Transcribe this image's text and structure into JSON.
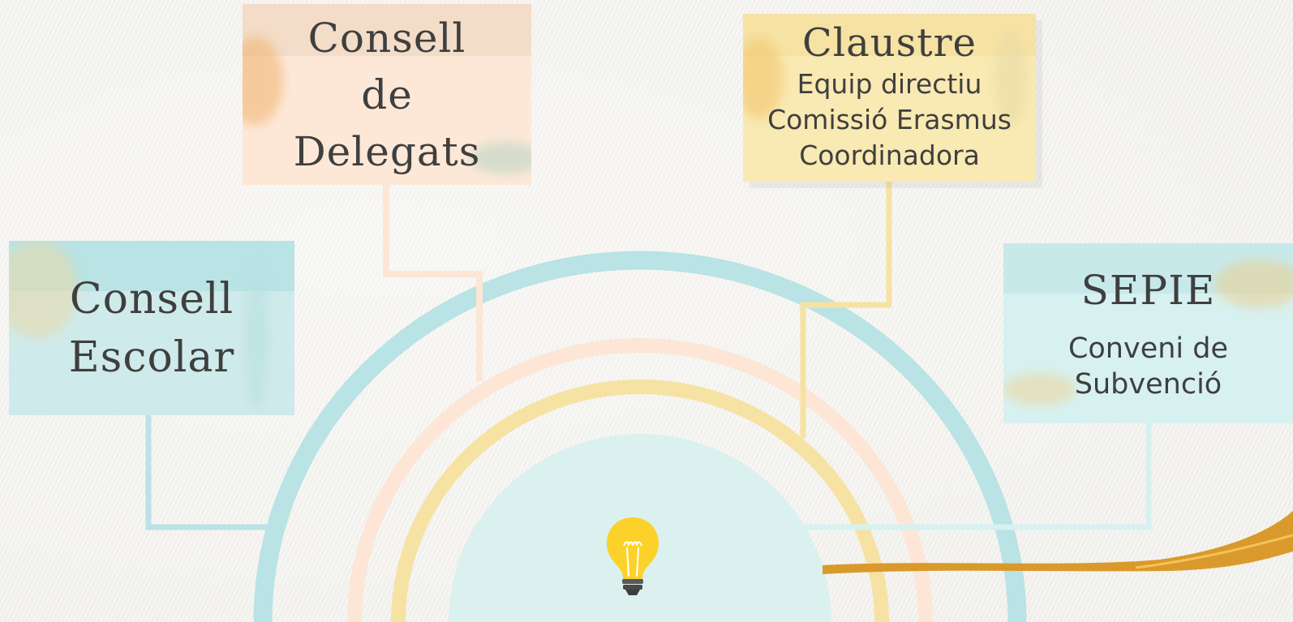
{
  "diagram": {
    "nodes": {
      "consell_delegats": {
        "title_lines": [
          "Consell",
          "de",
          "Delegats"
        ]
      },
      "claustre": {
        "title": "Claustre",
        "lines": [
          "Equip directiu",
          "Comissió Erasmus",
          "Coordinadora"
        ]
      },
      "consell_escolar": {
        "title_lines": [
          "Consell",
          "Escolar"
        ]
      },
      "sepie": {
        "title": "SEPIE",
        "lines": [
          "Conveni de",
          "Subvenció"
        ]
      }
    },
    "center_icon": "lightbulb-icon"
  },
  "colors": {
    "teal": "#b9e3e4",
    "peach": "#fde8d7",
    "yellow": "#f6e2a3",
    "center": "#daf1ef",
    "gold_ribbon": "#d99a2b",
    "bulb": "#fcd12a",
    "text": "#3f3f3f"
  }
}
